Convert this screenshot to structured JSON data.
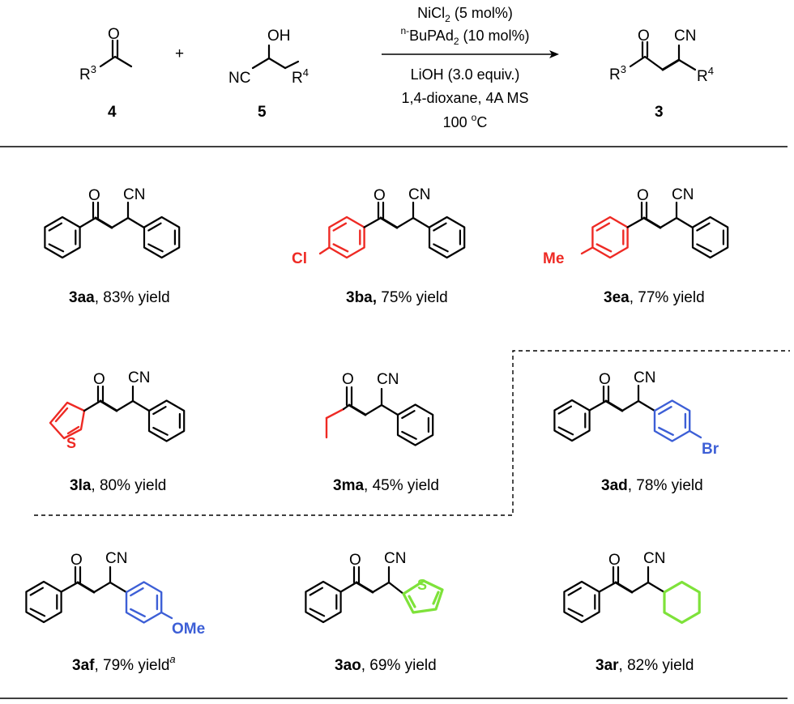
{
  "reaction": {
    "reagent_a_number": "4",
    "reagent_b_number": "5",
    "product_number": "3",
    "plus": "+",
    "conditions": {
      "line1": "NiCl",
      "line1_sub": "2",
      "line1_tail": " (5 mol%)",
      "line2_sup": "n-",
      "line2": "BuPAd",
      "line2_sub": "2",
      "line2_tail": " (10 mol%)",
      "line3": "LiOH (3.0 equiv.)",
      "line4": "1,4-dioxane, 4A MS",
      "line5": "100 ",
      "line5_sup": "o",
      "line5_tail": "C"
    }
  },
  "atoms": {
    "O": "O",
    "OH": "OH",
    "CN": "CN",
    "NC": "NC",
    "R3": "R",
    "R3_sup": "3",
    "R4": "R",
    "R4_sup": "4",
    "Cl": "Cl",
    "Me": "Me",
    "S": "S",
    "Br": "Br",
    "OMe": "OMe"
  },
  "products": [
    {
      "id": "3aa",
      "yield_text": ", 83% yield"
    },
    {
      "id": "3ba,",
      "yield_text": " 75% yield"
    },
    {
      "id": "3ea",
      "yield_text": ", 77% yield"
    },
    {
      "id": "3la",
      "yield_text": ", 80% yield"
    },
    {
      "id": "3ma",
      "yield_text": ", 45% yield"
    },
    {
      "id": "3ad",
      "yield_text": ", 78% yield"
    },
    {
      "id": "3af",
      "yield_text": ", 79% yield",
      "footnote": "a"
    },
    {
      "id": "3ao",
      "yield_text": ", 69% yield"
    },
    {
      "id": "3ar",
      "yield_text": ", 82% yield"
    }
  ],
  "colors": {
    "substituent_red": "#ee2a24",
    "substituent_blue": "#3d5fd6",
    "substituent_green": "#7ee23a"
  }
}
